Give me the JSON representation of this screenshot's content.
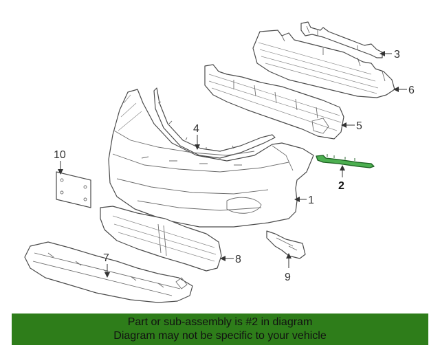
{
  "callouts": {
    "c1": "1",
    "c2": "2",
    "c3": "3",
    "c4": "4",
    "c5": "5",
    "c6": "6",
    "c7": "7",
    "c8": "8",
    "c9": "9",
    "c10": "10"
  },
  "highlight_color": "#4caf50",
  "banner": {
    "line1": "Part or sub-assembly is #2 in diagram",
    "line2": "Diagram may not be specific to your vehicle",
    "background": "#2e7d1a"
  }
}
